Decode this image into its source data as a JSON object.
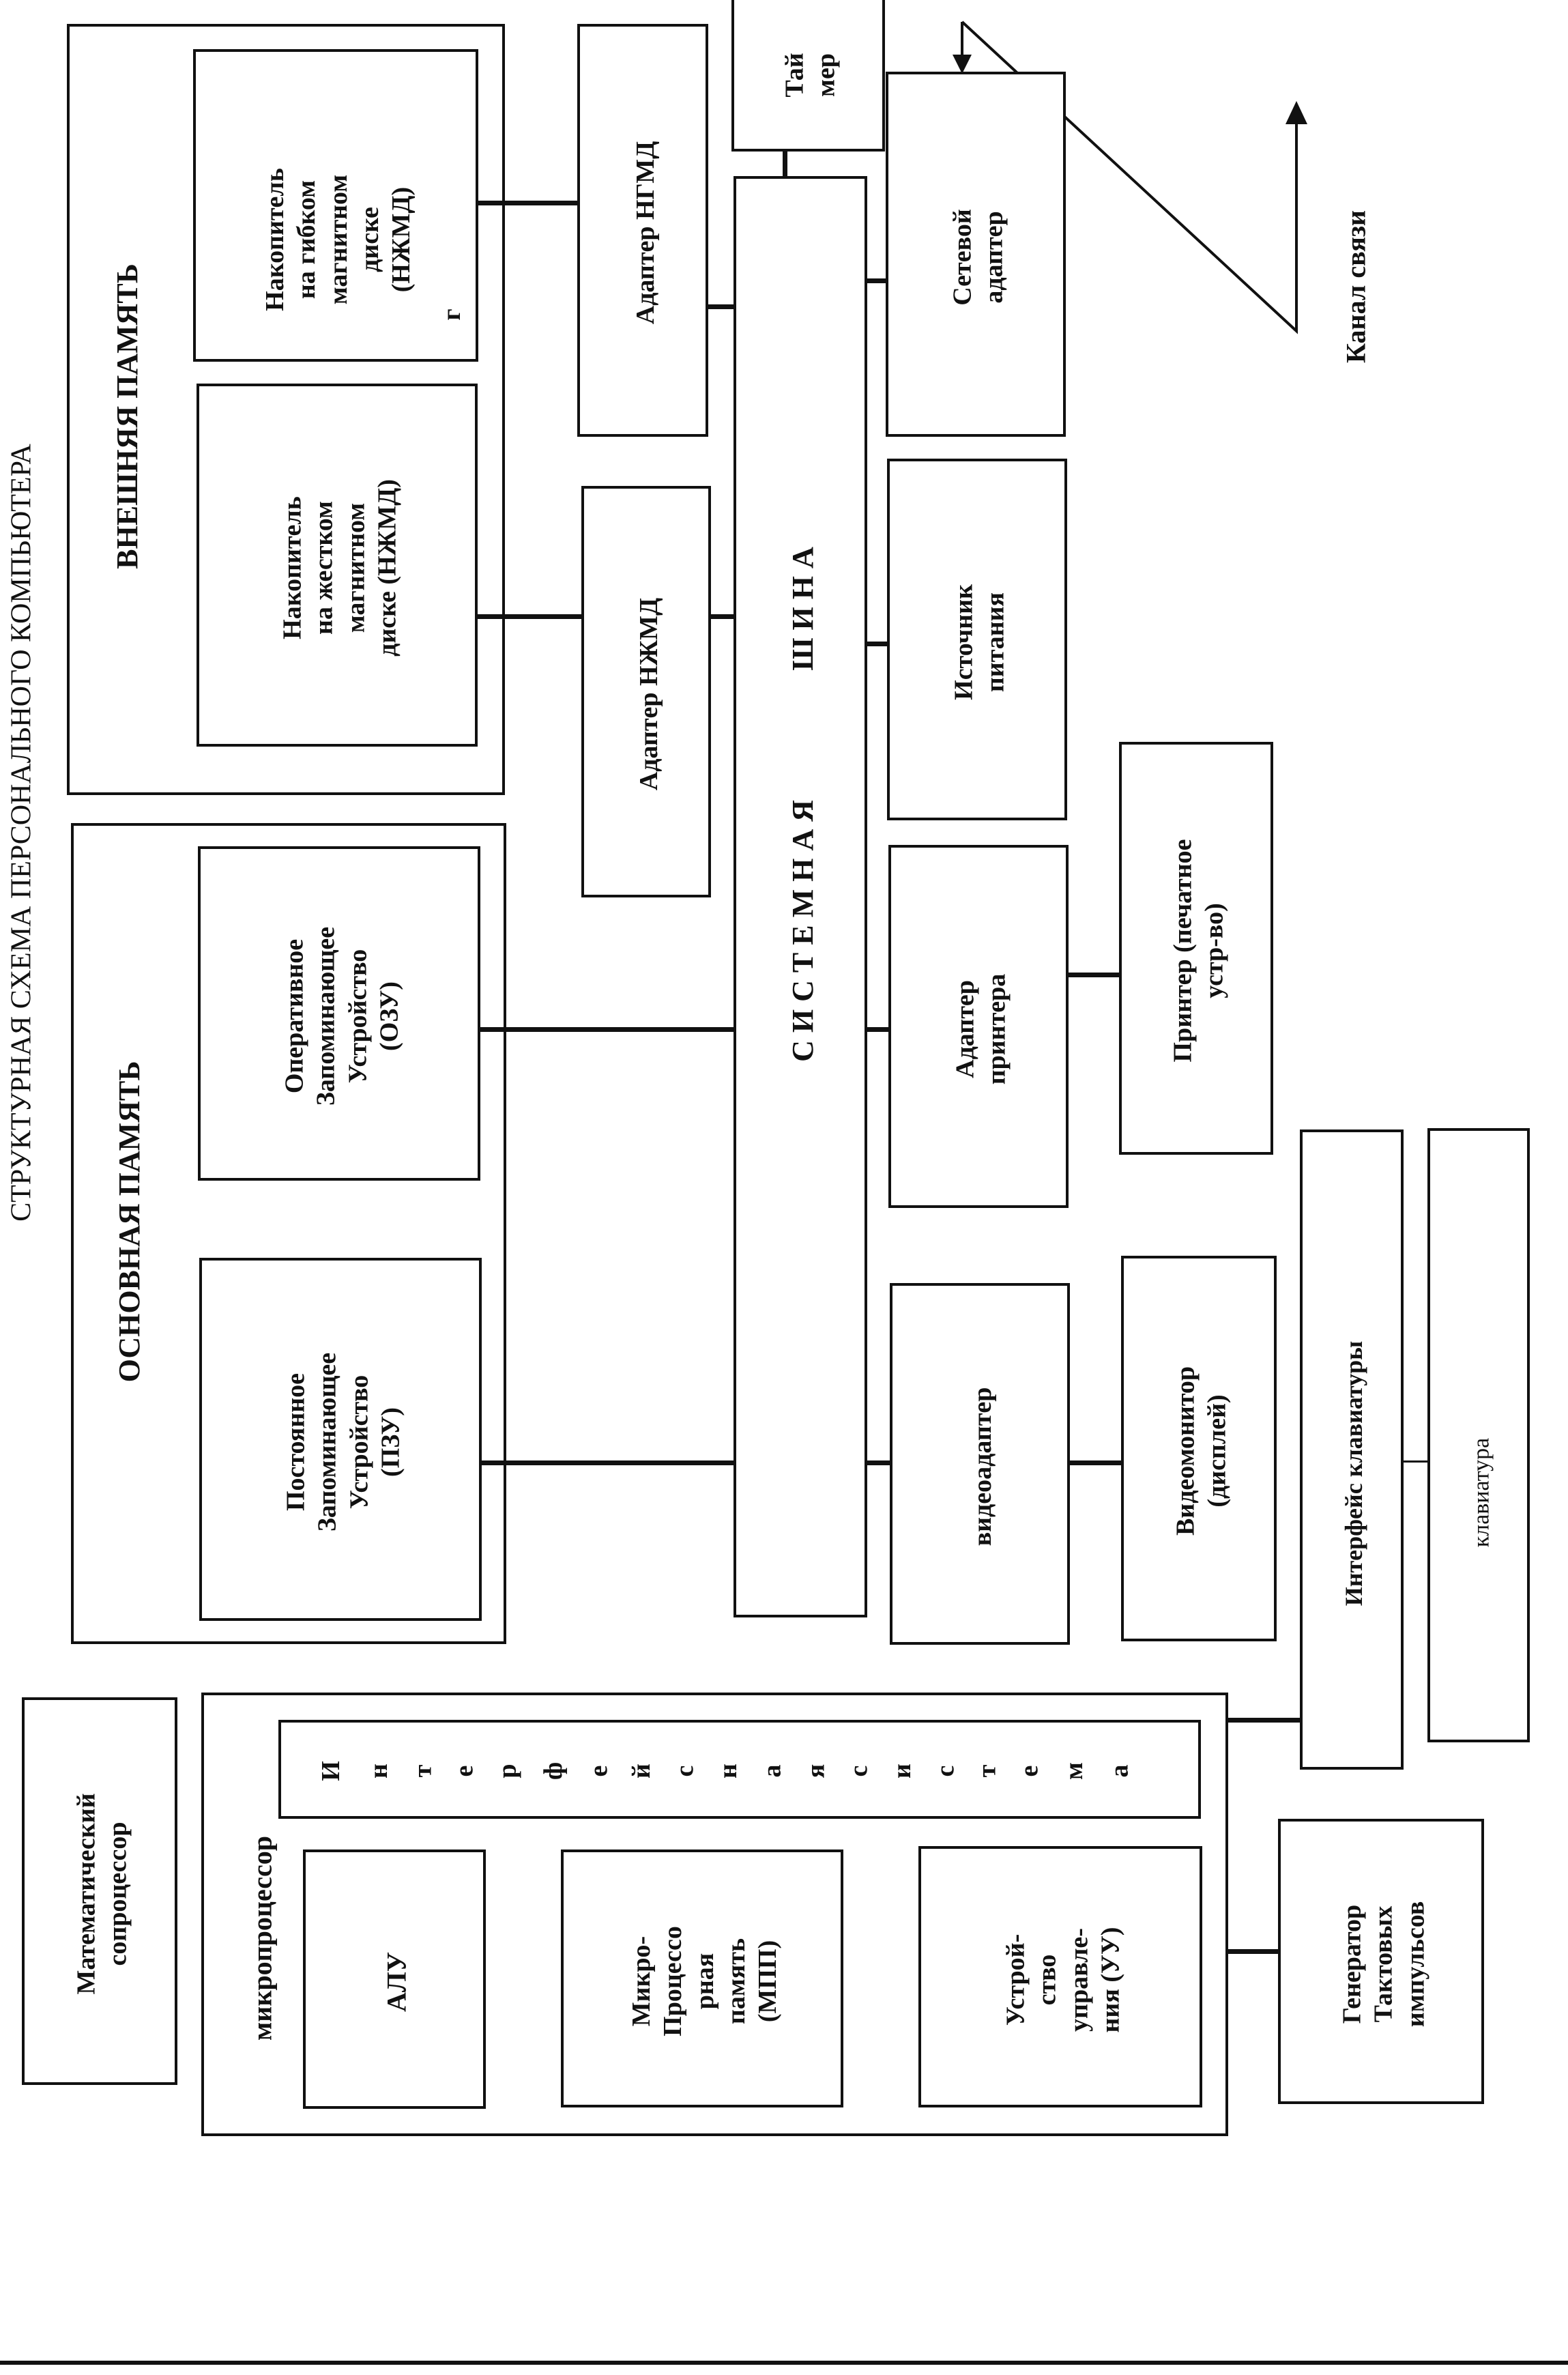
{
  "title": "СТРУКТУРНАЯ СХЕМА ПЕРСОНАЛЬНОГО КОМПЬЮТЕРА",
  "groups": {
    "external_memory": "ВНЕШНЯЯ ПАМЯТЬ",
    "main_memory": "ОСНОВНАЯ ПАМЯТЬ",
    "microprocessor": "микропроцессор"
  },
  "blocks": {
    "floppy_drive": "Накопитель\nна гибком\nмагнитном\nдиске\n(НЖМД)",
    "floppy_drive_note": "г",
    "hard_drive": "Накопитель\nна жестком\nмагнитном\nдиске (НЖМД)",
    "ram": "Оперативное\nЗапоминающее\nУстройство\n(ОЗУ)",
    "rom": "Постоянное\nЗапоминающее\nУстройство\n(ПЗУ)",
    "floppy_adapter": "Адаптер НГМД",
    "hdd_adapter": "Адаптер НЖМД",
    "timer": "Тай\nмер",
    "network_adapter": "Сетевой\nадаптер",
    "power_supply": "Источник\nпитания",
    "printer_adapter": "Адаптер\nпринтера",
    "printer": "Принтер (печатное\nустр-во)",
    "video_adapter": "видеоадаптер",
    "monitor": "Видеомонитор\n(дисплей)",
    "keyboard_interface": "Интерфейс клавиатуры",
    "keyboard": "клавиатура",
    "system_bus_left": "С И С Т Е М Н А Я",
    "system_bus_right": "Ш И Н А",
    "math_coprocessor": "Математический\nсопроцессор",
    "alu": "АЛУ",
    "mpm": "Микро-\nПроцессо\nрная\nпамять\n(МПП)",
    "control_unit": "Устрой-\nство\nуправле-\nния (УУ)",
    "clock_generator": "Генератор\nТактовых\nимпульсов",
    "interface_system_letters": [
      "И",
      "н",
      "т",
      "е",
      "р",
      "ф",
      "е",
      "й",
      "с",
      "н",
      "а",
      "я",
      "с",
      "и",
      "с",
      "т",
      "е",
      "м",
      "а"
    ]
  },
  "channel_label": "Канал связи"
}
